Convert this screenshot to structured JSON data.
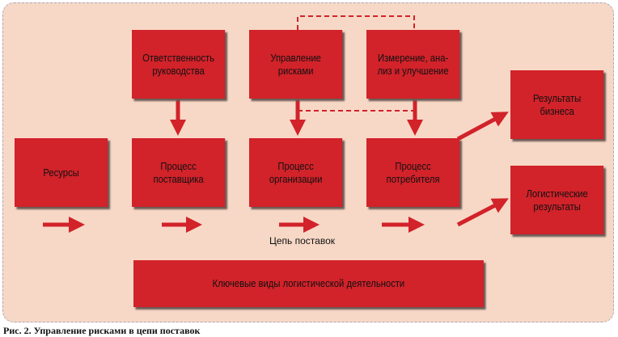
{
  "boxes": {
    "management": "Ответственность\nруководства",
    "risk": "Управление\nрисками",
    "measure": "Измерение, ана-\nлиз и улучшение",
    "resources": "Ресурсы",
    "supplier": "Процесс\nпоставщика",
    "organization": "Процесс\nорганизации",
    "consumer": "Процесс\nпотребителя",
    "business": "Результаты\nбизнеса",
    "logistic": "Логистические\nрезультаты",
    "activities": "Ключевые виды логистической деятельности"
  },
  "chain_label": "Цепь поставок",
  "caption": "Рис. 2. Управление рисками в цепи поставок",
  "colors": {
    "box": "#d2222a",
    "background": "#f7d8c6"
  }
}
